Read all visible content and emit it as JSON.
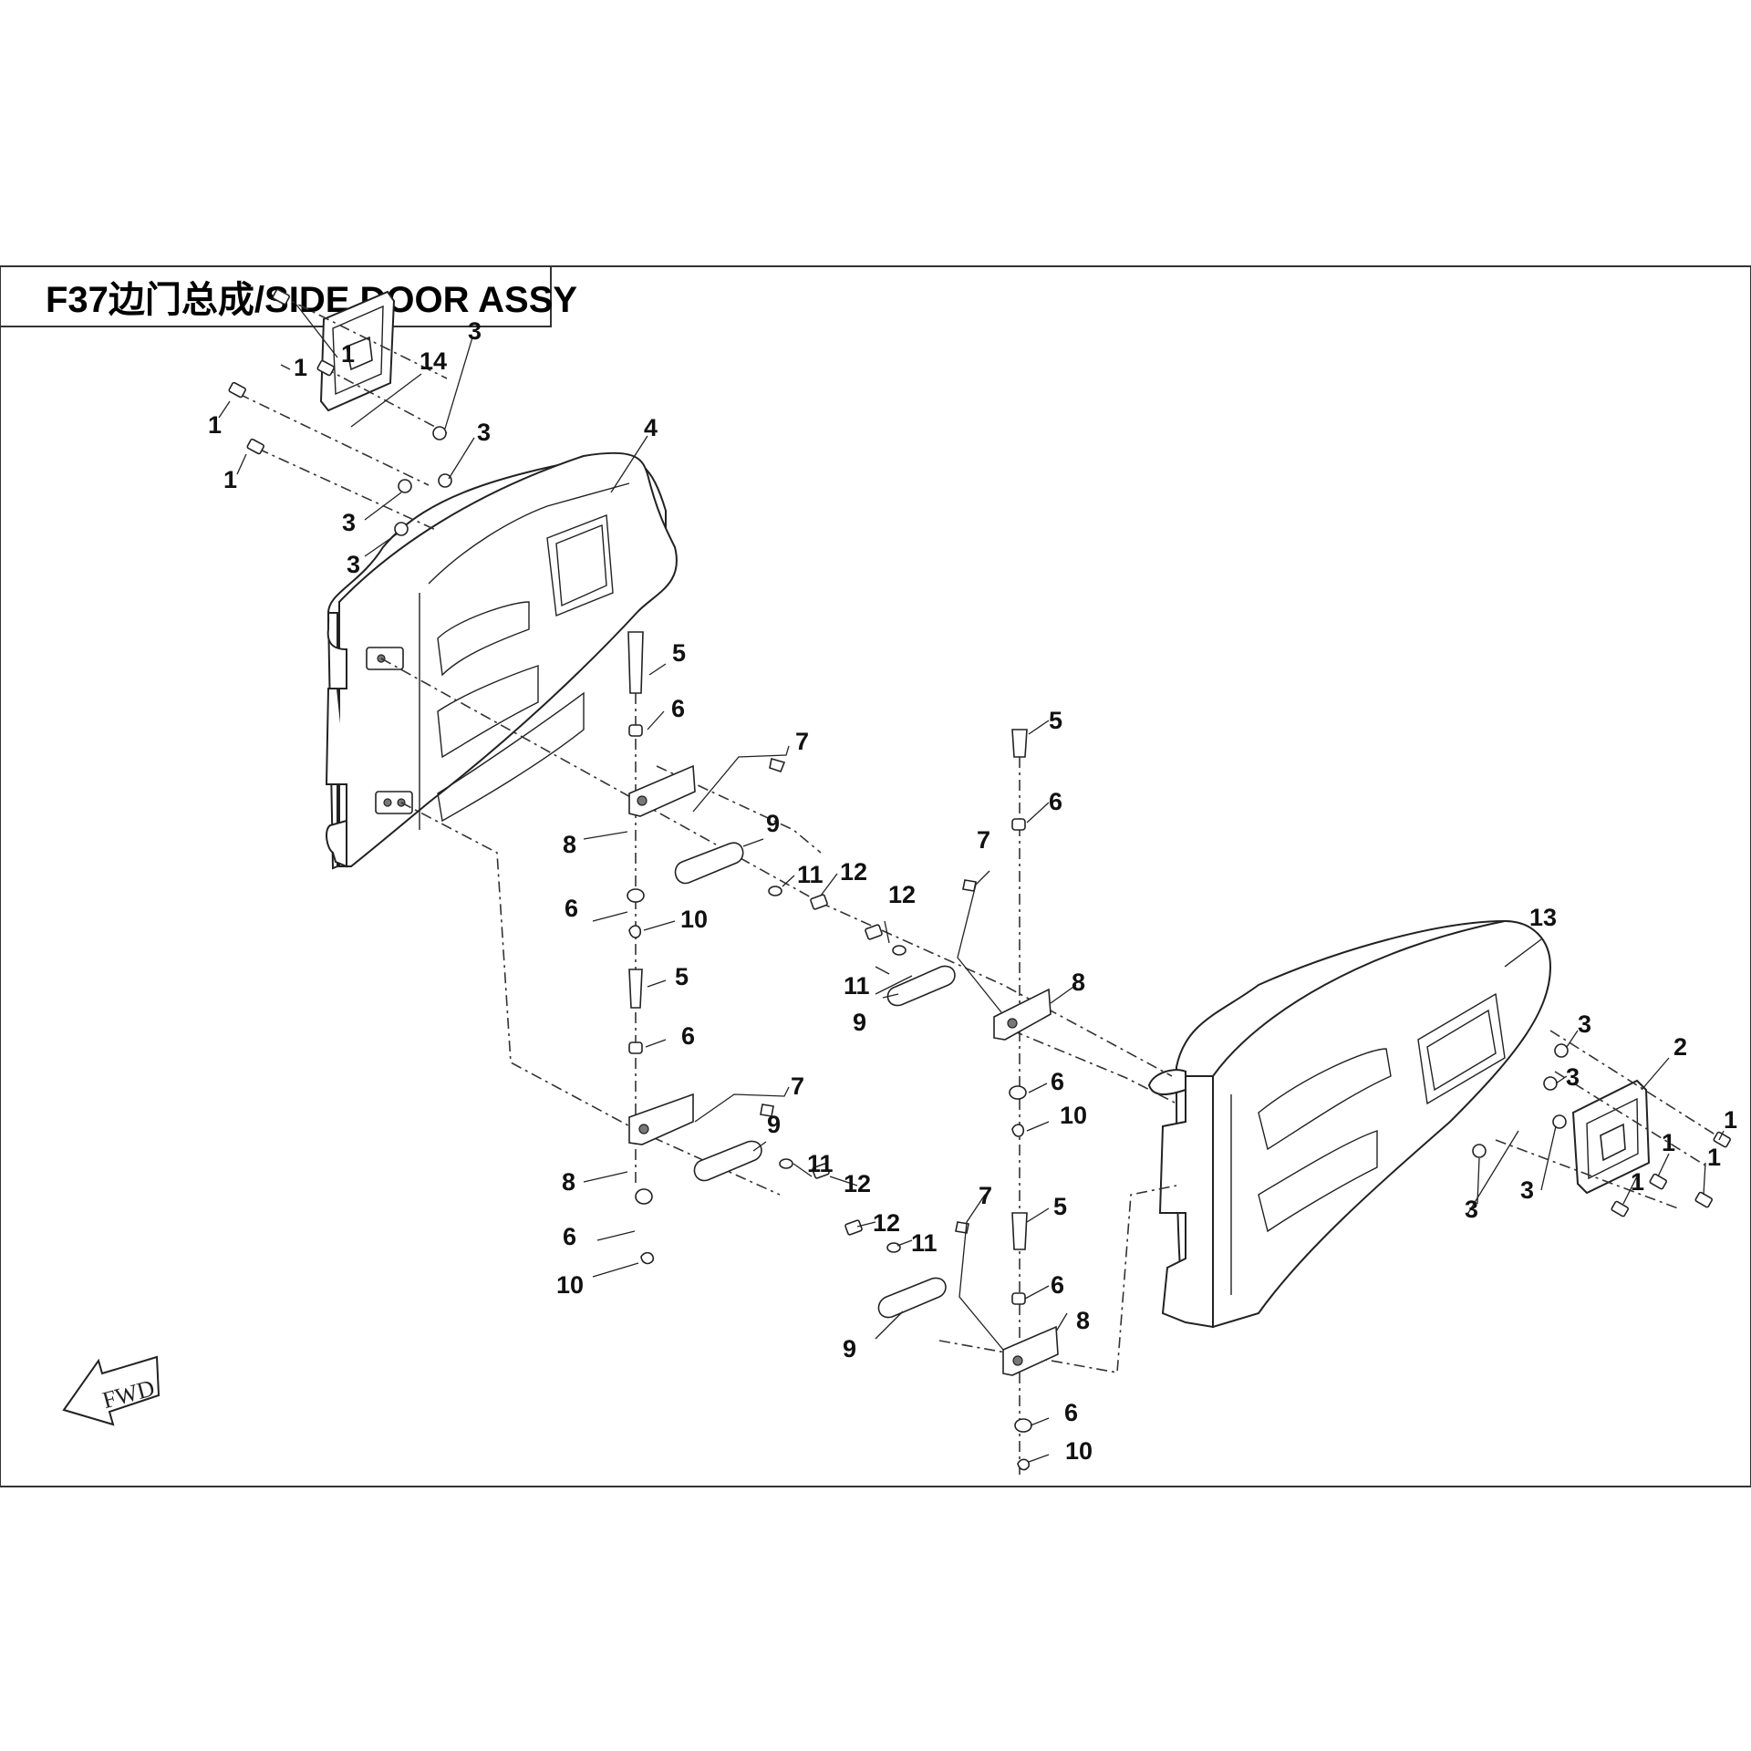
{
  "title": "F37边门总成/SIDE DOOR ASSY",
  "direction_label": "FWD",
  "callouts": {
    "c1a": "1",
    "c1b": "1",
    "c1c": "1",
    "c1d": "1",
    "c14": "14",
    "c3a": "3",
    "c3b": "3",
    "c3c": "3",
    "c3d": "3",
    "c4": "4",
    "c5a": "5",
    "c6a": "6",
    "c7a": "7",
    "c8a": "8",
    "c9a": "9",
    "c11a": "11",
    "c12a": "12",
    "c6b": "6",
    "c10a": "10",
    "c5b": "5",
    "c6c": "6",
    "c7b": "7",
    "c8b": "8",
    "c9b": "9",
    "c11b": "11",
    "c12b": "12",
    "c6d": "6",
    "c10b": "10",
    "c5c": "5",
    "c6e": "6",
    "c7c": "7",
    "c12c": "12",
    "c11c": "11",
    "c9c": "9",
    "c8c": "8",
    "c6f": "6",
    "c10c": "10",
    "c7d": "7",
    "c5d": "5",
    "c12d": "12",
    "c11d": "11",
    "c6g": "6",
    "c9d": "9",
    "c8d": "8",
    "c6h": "6",
    "c10d": "10",
    "c13": "13",
    "c3e": "3",
    "c3f": "3",
    "c3g": "3",
    "c3h": "3",
    "c2": "2",
    "c1e": "1",
    "c1f": "1",
    "c1g": "1",
    "c1h": "1"
  }
}
